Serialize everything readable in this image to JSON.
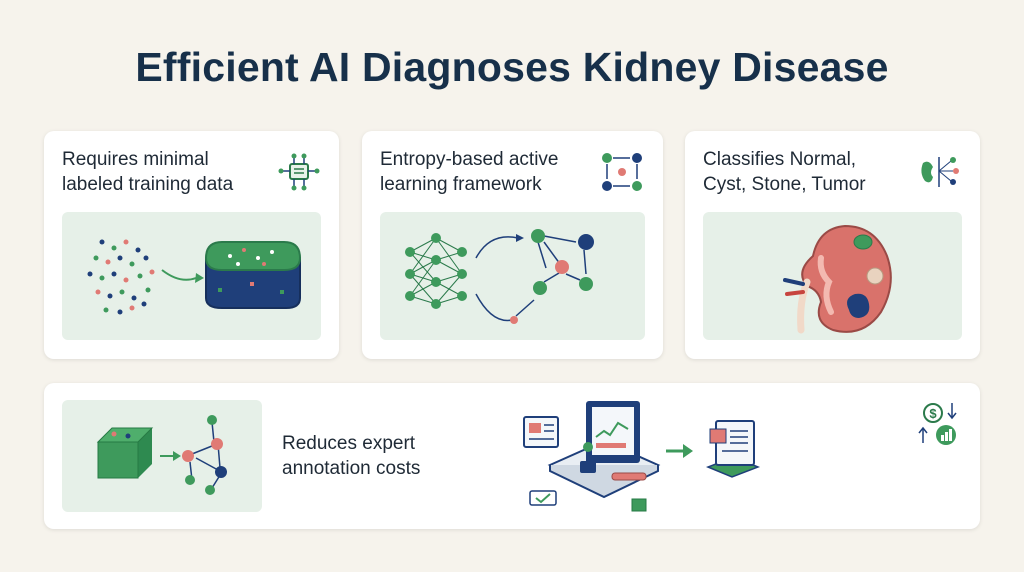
{
  "title": "Efficient AI Diagnoses Kidney Disease",
  "cards": [
    {
      "line1": "Requires minimal",
      "line2": "labeled training data",
      "icon": "chip-icon"
    },
    {
      "line1": "Entropy-based active",
      "line2": "learning framework",
      "icon": "network-flow-icon"
    },
    {
      "line1": "Classifies Normal,",
      "line2": "Cyst, Stone, Tumor",
      "icon": "kidney-classify-icon"
    }
  ],
  "bottom": {
    "line1": "Reduces expert",
    "line2": "annotation costs",
    "icon": "cost-reduction-icon"
  },
  "colors": {
    "background": "#f6f3ec",
    "title": "#17304a",
    "green": "#3e9a5c",
    "navy": "#1f3f7a",
    "red": "#e07a74",
    "panel": "#e6f0e8"
  }
}
